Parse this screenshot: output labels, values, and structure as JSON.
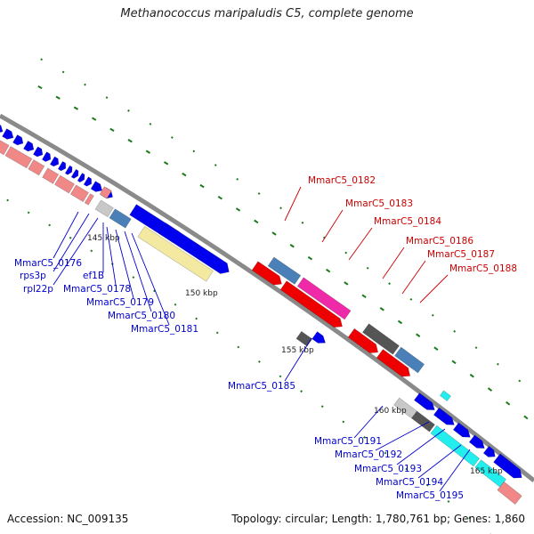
{
  "title": "Methanococcus maripaludis C5, complete genome",
  "accession": "Accession: NC_009135",
  "topology": "Topology: circular; Length: 1,780,761 bp; Genes: 1,860",
  "colors": {
    "backbone": "#8a8a8a",
    "tick": "#1a7a1a",
    "label_blue": "#0000cc",
    "label_red": "#cc0000",
    "gene_blue": "#0000ee",
    "gene_pink": "#f08888",
    "gene_steel": "#4a7fb8",
    "gene_yellow": "#f3e9a0",
    "gene_gray": "#c8c8c8",
    "gene_dark": "#555555",
    "gene_red": "#ee0000",
    "gene_magenta": "#ee2aa8",
    "gene_cyan": "#22eeee"
  },
  "scale_labels": [
    "145 kbp",
    "150 kbp",
    "155 kbp",
    "160 kbp",
    "165 kbp"
  ],
  "gene_labels": [
    {
      "text": "MmarC5_0176",
      "strand": "minus"
    },
    {
      "text": "rps3p",
      "strand": "minus"
    },
    {
      "text": "rpl22p",
      "strand": "minus"
    },
    {
      "text": "ef1B",
      "strand": "minus"
    },
    {
      "text": "MmarC5_0178",
      "strand": "minus"
    },
    {
      "text": "MmarC5_0179",
      "strand": "minus"
    },
    {
      "text": "MmarC5_0180",
      "strand": "minus"
    },
    {
      "text": "MmarC5_0181",
      "strand": "minus"
    },
    {
      "text": "MmarC5_0182",
      "strand": "plus"
    },
    {
      "text": "MmarC5_0183",
      "strand": "plus"
    },
    {
      "text": "MmarC5_0184",
      "strand": "plus"
    },
    {
      "text": "MmarC5_0186",
      "strand": "plus"
    },
    {
      "text": "MmarC5_0187",
      "strand": "plus"
    },
    {
      "text": "MmarC5_0188",
      "strand": "plus"
    },
    {
      "text": "MmarC5_0185",
      "strand": "minus"
    },
    {
      "text": "MmarC5_0191",
      "strand": "minus"
    },
    {
      "text": "MmarC5_0192",
      "strand": "minus"
    },
    {
      "text": "MmarC5_0193",
      "strand": "minus"
    },
    {
      "text": "MmarC5_0194",
      "strand": "minus"
    },
    {
      "text": "MmarC5_0195",
      "strand": "minus"
    }
  ]
}
